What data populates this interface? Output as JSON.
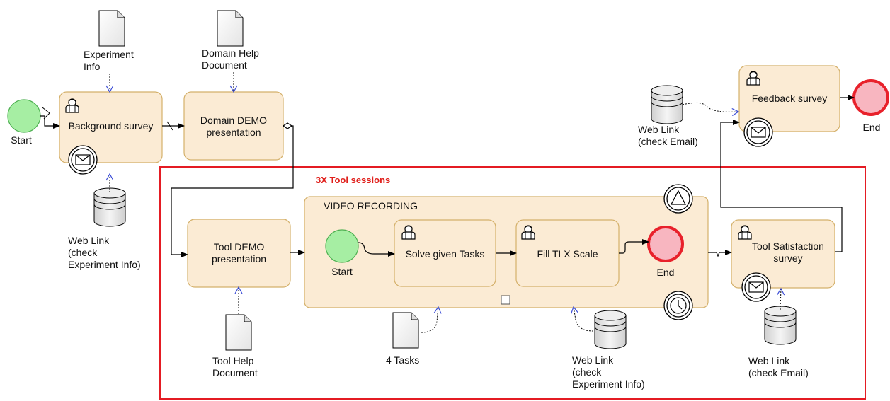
{
  "colors": {
    "task_fill": "#fbebd4",
    "task_stroke": "#d4b06a",
    "start_fill": "#a6eea3",
    "start_stroke": "#4caf50",
    "end_fill": "#f8b6c0",
    "end_stroke": "#e8212b",
    "session_border": "#e41b23",
    "banner_text": "#e0201c"
  },
  "events": {
    "start_main": "Start",
    "end_main": "End",
    "start_sub": "Start",
    "end_sub": "End"
  },
  "tasks": {
    "background_survey": "Background survey",
    "domain_demo": "Domain DEMO\npresentation",
    "tool_demo": "Tool DEMO\npresentation",
    "solve_tasks": "Solve given Tasks",
    "fill_tlx": "Fill TLX Scale",
    "tool_satisfaction": "Tool Satisfaction\nsurvey",
    "feedback_survey": "Feedback survey"
  },
  "subprocess": {
    "title": "VIDEO RECORDING",
    "collapse_marker": "–"
  },
  "session_group": {
    "label": "3X Tool sessions"
  },
  "artifacts": {
    "experiment_info": "Experiment\nInfo",
    "domain_help": "Domain Help\nDocument",
    "web_link_experiment_1": "Web Link\n(check\nExperiment Info)",
    "tool_help": "Tool Help\nDocument",
    "four_tasks": "4 Tasks",
    "web_link_experiment_2": "Web Link\n(check\nExperiment Info)",
    "web_link_email_1": "Web Link\n(check Email)",
    "web_link_email_2": "Web Link\n(check Email)"
  },
  "icons": {
    "user_task": "user-icon",
    "message": "envelope-icon",
    "signal": "triangle-signal-icon",
    "timer": "clock-timer-icon",
    "document": "document-icon",
    "database": "database-icon"
  }
}
